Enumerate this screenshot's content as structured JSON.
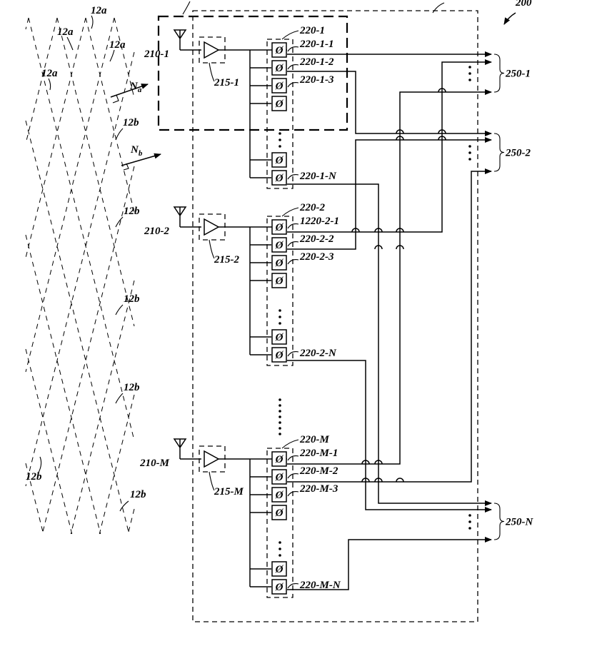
{
  "figure": {
    "ref": "200",
    "surface_labels": {
      "a_top": "12a",
      "a_1": "12a",
      "a_2": "12a",
      "a_3": "12a",
      "normal_a": "N",
      "normal_a_sub": "a",
      "normal_b": "N",
      "normal_b_sub": "b",
      "b_1": "12b",
      "b_2": "12b",
      "b_3": "12b",
      "b_4": "12b",
      "b_5": "12b",
      "b_6": "12b"
    },
    "antennas": [
      {
        "label": "210-1",
        "amp": "215-1",
        "bank": "220-1",
        "shifters": [
          "220-1-1",
          "220-1-2",
          "220-1-3",
          "220-1-N"
        ]
      },
      {
        "label": "210-2",
        "amp": "215-2",
        "bank": "220-2",
        "shifters": [
          "1220-2-1",
          "220-2-2",
          "220-2-3",
          "220-2-N"
        ]
      },
      {
        "label": "210-M",
        "amp": "215-M",
        "bank": "220-M",
        "shifters": [
          "220-M-1",
          "220-M-2",
          "220-M-3",
          "220-M-N"
        ]
      }
    ],
    "outputs": [
      "250-1",
      "250-2",
      "250-N"
    ],
    "phase_symbol": "Ø"
  }
}
